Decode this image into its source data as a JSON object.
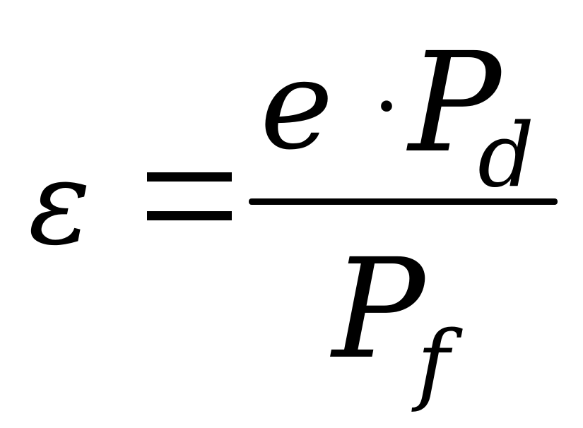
{
  "equation": {
    "lhs": "ε",
    "equals": "=",
    "numerator": {
      "term1": "e",
      "operator": "·",
      "term2": "P",
      "term2_subscript": "d"
    },
    "denominator": {
      "term": "P",
      "subscript": "f"
    }
  }
}
